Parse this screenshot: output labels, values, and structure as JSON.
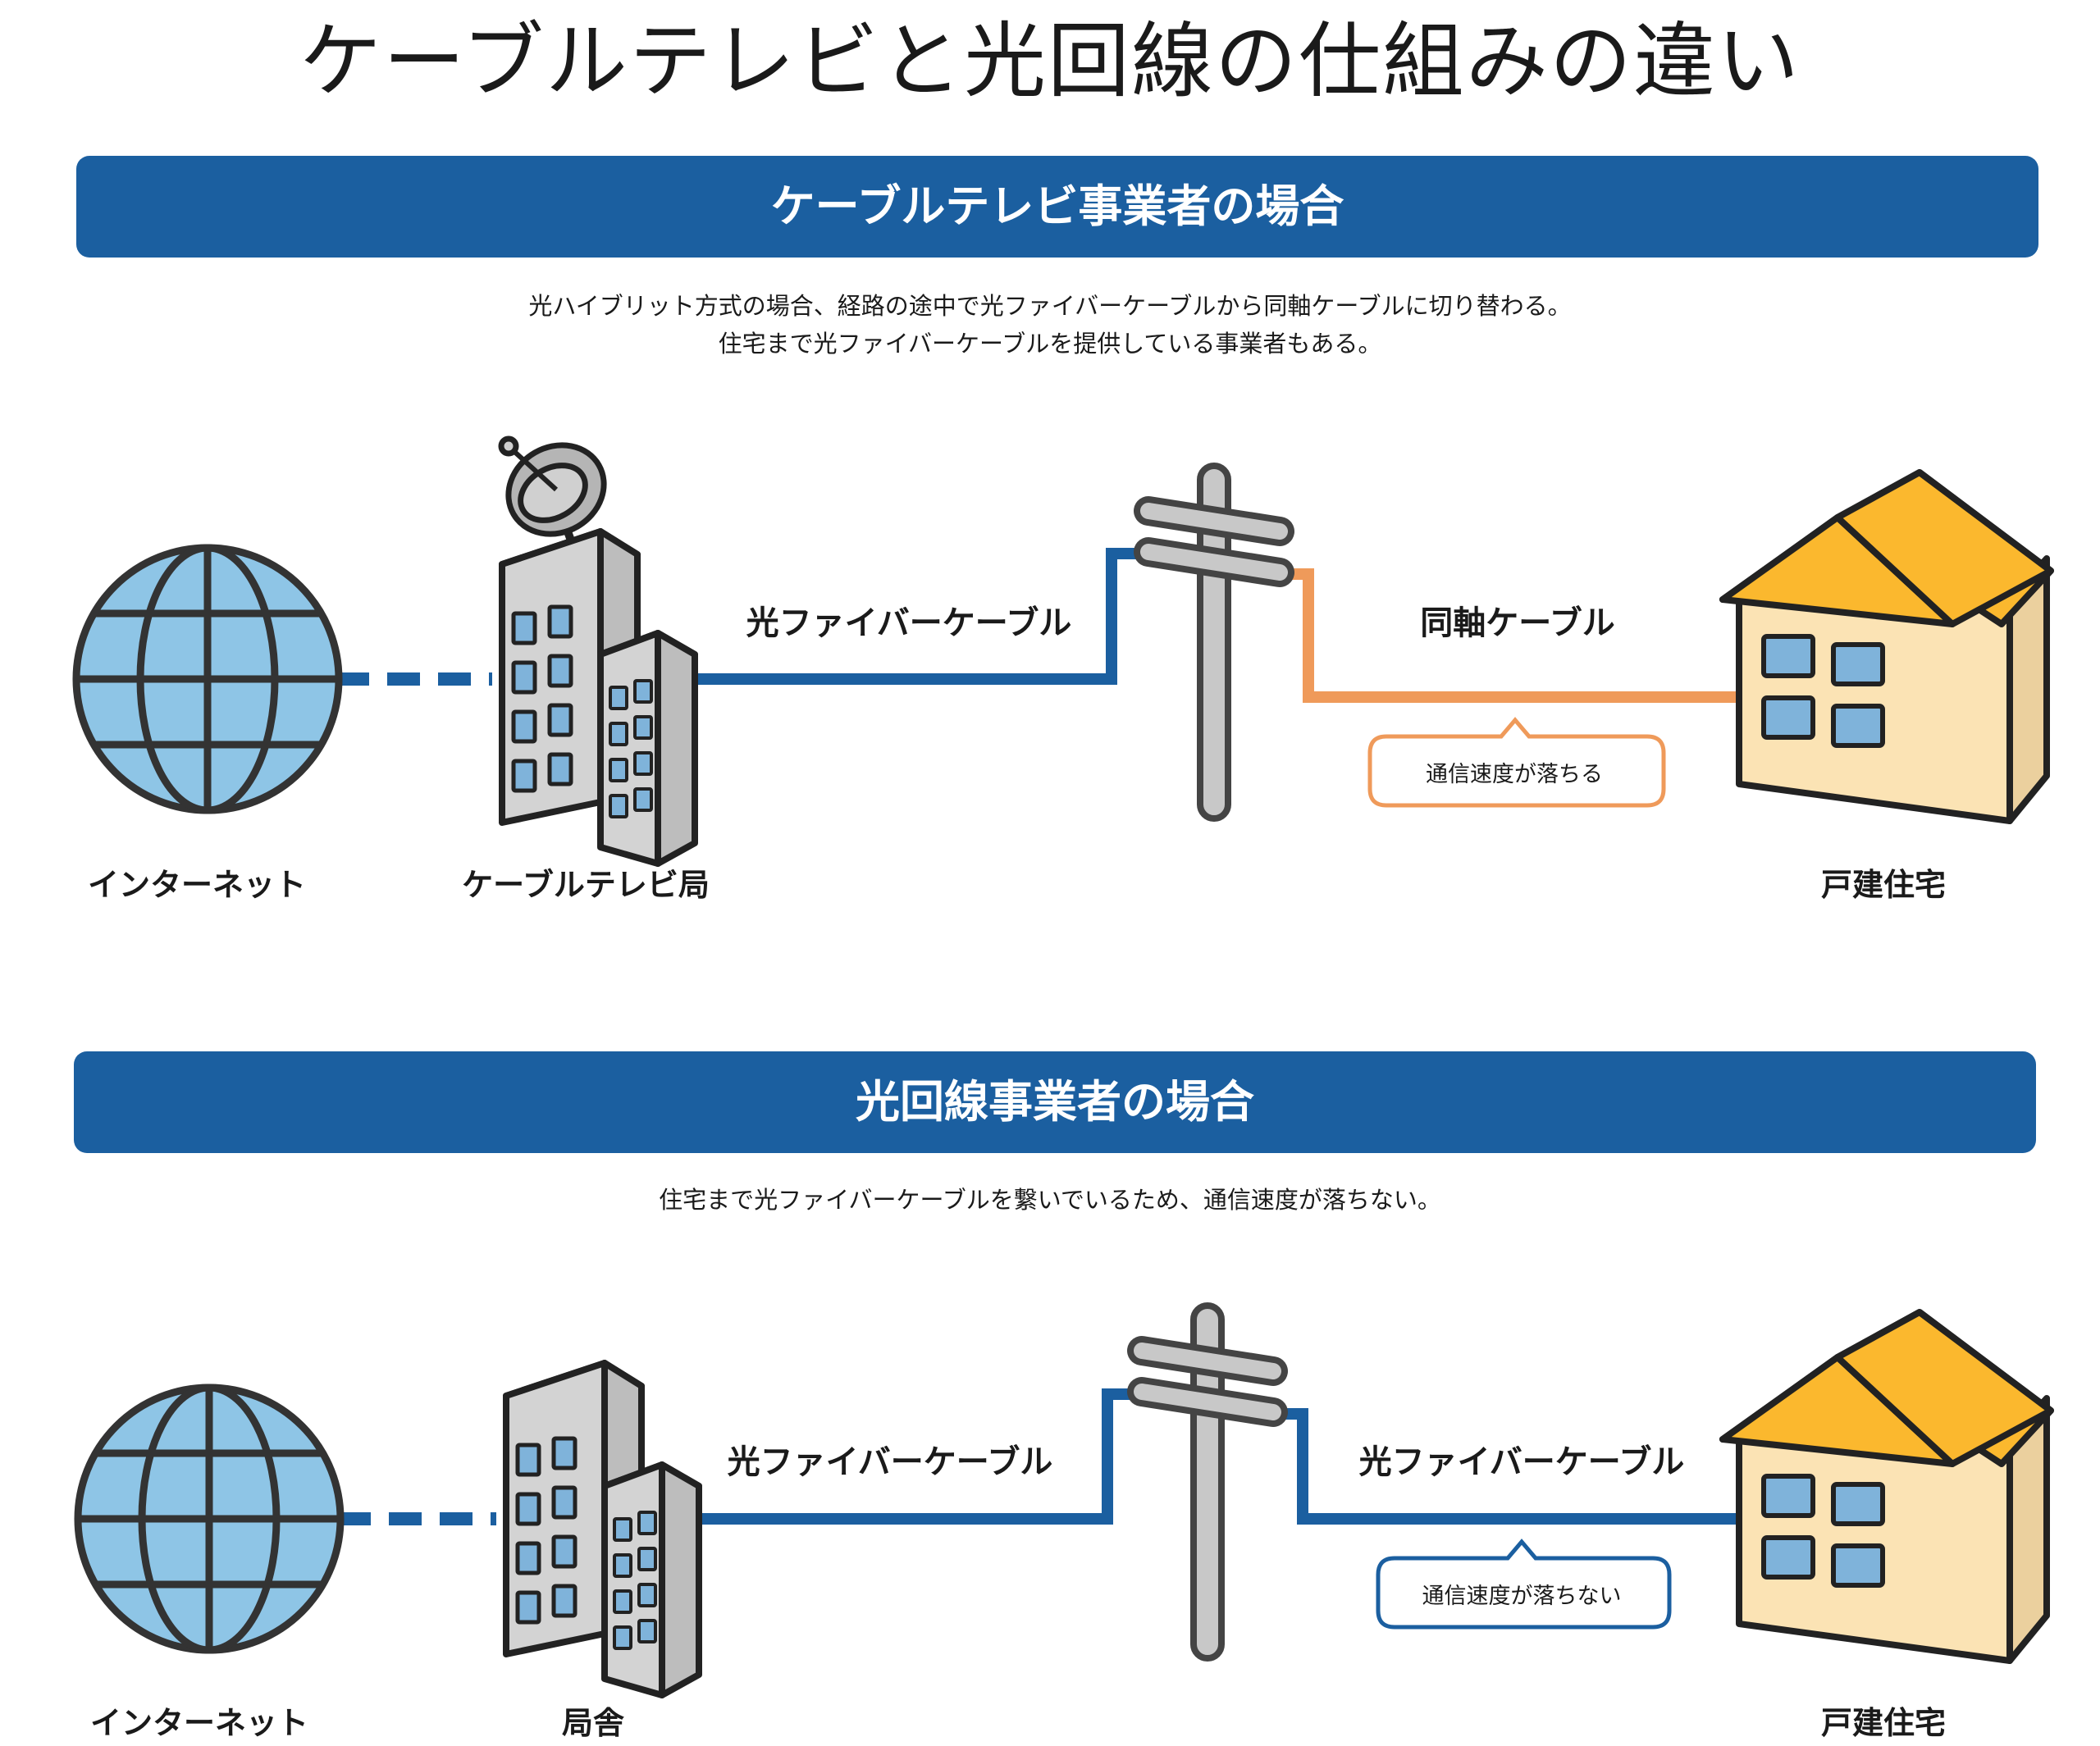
{
  "title": "ケーブルテレビと光回線の仕組みの違い",
  "section1": {
    "heading": "ケーブルテレビ事業者の場合",
    "desc_line1": "光ハイブリット方式の場合、経路の途中で光ファイバーケーブルから同軸ケーブルに切り替わる。",
    "desc_line2": "住宅まで光ファイバーケーブルを提供している事業者もある。",
    "label_internet": "インターネット",
    "label_station": "ケーブルテレビ局",
    "label_house": "戸建住宅",
    "cable1": "光ファイバーケーブル",
    "cable2": "同軸ケーブル",
    "note": "通信速度が落ちる"
  },
  "section2": {
    "heading": "光回線事業者の場合",
    "desc": "住宅まで光ファイバーケーブルを繋いでいるため、通信速度が落ちない。",
    "label_internet": "インターネット",
    "label_station": "局舎",
    "label_house": "戸建住宅",
    "cable1": "光ファイバーケーブル",
    "cable2": "光ファイバーケーブル",
    "note": "通信速度が落ちない"
  },
  "colors": {
    "banner": "#1b5fa0",
    "fiber": "#1b5fa0",
    "coax": "#ef9a5a",
    "globe": "#8ec5e6",
    "roof": "#fbb82e",
    "wall": "#fbe3b4",
    "building": "#d6d6d6"
  }
}
